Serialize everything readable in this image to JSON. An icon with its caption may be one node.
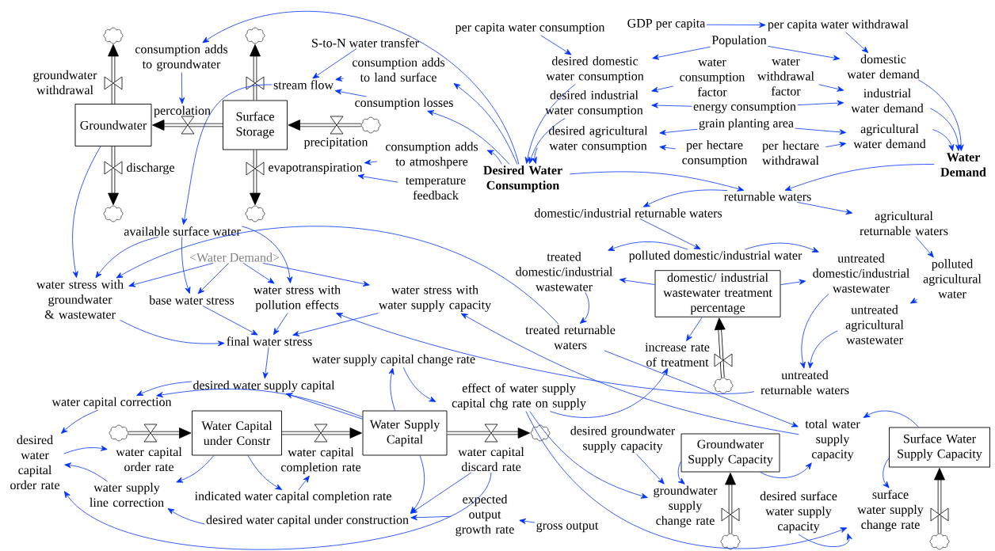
{
  "diagram": {
    "nodes": [
      {
        "text": [
          "Groundwater"
        ]
      },
      {
        "text": [
          "Surface Storage"
        ]
      },
      {
        "text": [],
        "shape": "cloud"
      },
      {
        "text": [],
        "shape": "cloud"
      },
      {
        "text": [],
        "shape": "cloud"
      },
      {
        "text": [],
        "shape": "cloud"
      },
      {
        "text": [],
        "shape": "cloud"
      },
      {
        "text": [
          "groundwater withdrawal"
        ]
      },
      {
        "text": [
          "discharge"
        ]
      },
      {
        "text": [
          "percolation"
        ]
      },
      {
        "text": [
          "stream flow"
        ]
      },
      {
        "text": [
          "precipitation"
        ]
      },
      {
        "text": [
          "evapotranspiration"
        ]
      },
      {
        "text": [
          "consumption adds to groundwater"
        ]
      },
      {
        "text": [
          "S-to-N water transfer"
        ]
      },
      {
        "text": [
          "consumption adds to land surface"
        ]
      },
      {
        "text": [
          "consumption losses"
        ]
      },
      {
        "text": [
          "consumption adds to atmoshpere"
        ]
      },
      {
        "text": [
          "temperature feedback"
        ]
      },
      {
        "text": [
          "Desired Water Consumption"
        ]
      },
      {
        "text": [
          "per capita water consumption"
        ]
      },
      {
        "text": [
          "desired domestic water consumption"
        ]
      },
      {
        "text": [
          "desired industrial water consumption"
        ]
      },
      {
        "text": [
          "desired agricultural water consumption"
        ]
      },
      {
        "text": [
          "GDP per capita"
        ]
      },
      {
        "text": [
          "per capita water withdrawal"
        ]
      },
      {
        "text": [
          "Population"
        ]
      },
      {
        "text": [
          "water consumption factor"
        ]
      },
      {
        "text": [
          "water withdrawal factor"
        ]
      },
      {
        "text": [
          "energy consumption"
        ]
      },
      {
        "text": [
          "grain planting area"
        ]
      },
      {
        "text": [
          "per hectare consumption"
        ]
      },
      {
        "text": [
          "per hectare withdrawal"
        ]
      },
      {
        "text": [
          "domestic water demand"
        ]
      },
      {
        "text": [
          "industrial water demand"
        ]
      },
      {
        "text": [
          "agricultural water demand"
        ]
      },
      {
        "text": [
          "Water Demand"
        ]
      },
      {
        "text": [
          "returnable waters"
        ]
      },
      {
        "text": [
          "domestic/industrial returnable waters"
        ]
      },
      {
        "text": [
          "agricultural returnable waters"
        ]
      },
      {
        "text": [
          "treated domestic/industrial wastewater"
        ]
      },
      {
        "text": [
          "polluted domestic/industrial water"
        ]
      },
      {
        "text": [
          "untreated domestic/industrial wastewater"
        ]
      },
      {
        "text": [
          "polluted agricultural water"
        ]
      },
      {
        "text": [
          "domestic/ industrial wastewater treatment percentage"
        ]
      },
      {
        "text": [
          "untreated agricultural wastewater"
        ]
      },
      {
        "text": [
          "treated returnable waters"
        ]
      },
      {
        "text": [
          "increase rate of treatment"
        ]
      },
      {
        "text": [],
        "shape": "cloud"
      },
      {
        "text": [
          "untreated returnable waters"
        ]
      },
      {
        "text": [
          "available surface water"
        ]
      },
      {
        "text": [
          "<Water Demand>"
        ]
      },
      {
        "text": [
          "water stress with groundwater & wastewater"
        ]
      },
      {
        "text": [
          "base water stress"
        ]
      },
      {
        "text": [
          "water stress with pollution effects"
        ]
      },
      {
        "text": [
          "water stress with water supply capacity"
        ]
      },
      {
        "text": [
          "final water stress"
        ]
      },
      {
        "text": [
          "water supply capital change rate"
        ]
      },
      {
        "text": [
          "desired water supply capital"
        ]
      },
      {
        "text": [
          "effect of water supply capital chg rate on supply"
        ]
      },
      {
        "text": [
          "water capital correction"
        ]
      },
      {
        "text": [],
        "shape": "cloud"
      },
      {
        "text": [
          "Water Capital under Constr"
        ]
      },
      {
        "text": [
          "Water Supply Capital"
        ]
      },
      {
        "text": [],
        "shape": "cloud"
      },
      {
        "text": [
          "desired water capital order rate"
        ]
      },
      {
        "text": [
          "water capital order rate"
        ]
      },
      {
        "text": [
          "water capital completion rate"
        ]
      },
      {
        "text": [
          "water capital discard rate"
        ]
      },
      {
        "text": [
          "water supply line correction"
        ]
      },
      {
        "text": [
          "indicated water capital completion rate"
        ]
      },
      {
        "text": [
          "desired water capital under construction"
        ]
      },
      {
        "text": [
          "expected output growth rate"
        ]
      },
      {
        "text": [
          "gross output"
        ]
      },
      {
        "text": [
          "desired groundwater supply capacity"
        ]
      },
      {
        "text": [
          "groundwater supply change rate"
        ]
      },
      {
        "text": [
          "Groundwater Supply Capacity"
        ]
      },
      {
        "text": [],
        "shape": "cloud"
      },
      {
        "text": [
          "total water supply capacity"
        ]
      },
      {
        "text": [
          "desired surface water supply capacity"
        ]
      },
      {
        "text": [
          "Surface Water Supply Capacity"
        ]
      },
      {
        "text": [
          "surface water supply change rate"
        ]
      },
      {
        "text": [],
        "shape": "cloud"
      }
    ],
    "edges": [
      {
        "from": 0,
        "to": 2,
        "arrow": "to",
        "style": "thick",
        "color": "#000000"
      },
      {
        "from": 0,
        "to": 3,
        "arrow": "to",
        "style": "thick",
        "color": "#000000"
      },
      {
        "from": 1,
        "to": 4,
        "arrow": "to",
        "style": "thick",
        "color": "#000000"
      },
      {
        "from": 1,
        "to": 5,
        "arrow": "to",
        "style": "thick",
        "color": "#000000"
      },
      {
        "from": 1,
        "to": 0,
        "arrow": "to",
        "style": "thick",
        "color": "#000000"
      },
      {
        "from": 6,
        "to": 1,
        "arrow": "to",
        "style": "thick",
        "color": "#000000"
      },
      {
        "from": 48,
        "to": 44,
        "arrow": "to",
        "style": "thick",
        "color": "#000000"
      },
      {
        "from": 61,
        "to": 62,
        "arrow": "to",
        "style": "thick",
        "color": "#000000"
      },
      {
        "from": 62,
        "to": 63,
        "arrow": "to",
        "style": "thick",
        "color": "#000000"
      },
      {
        "from": 63,
        "to": 64,
        "arrow": "to",
        "style": "thick",
        "color": "#000000"
      },
      {
        "from": 77,
        "to": 76,
        "arrow": "to",
        "style": "thick",
        "color": "#000000"
      },
      {
        "from": 82,
        "to": 80,
        "arrow": "to",
        "style": "thick",
        "color": "#000000"
      },
      {
        "from": 13,
        "to": 9,
        "arrow": "to"
      },
      {
        "from": 14,
        "to": 10,
        "arrow": "to"
      },
      {
        "from": 15,
        "to": 10,
        "arrow": "to"
      },
      {
        "from": 16,
        "to": 10,
        "arrow": "to"
      },
      {
        "from": 10,
        "to": 50,
        "arrow": "to"
      },
      {
        "from": 17,
        "to": 12,
        "arrow": "to"
      },
      {
        "from": 18,
        "to": 12,
        "arrow": "to"
      },
      {
        "from": 19,
        "to": 13,
        "arrow": "to"
      },
      {
        "from": 19,
        "to": 15,
        "arrow": "to"
      },
      {
        "from": 19,
        "to": 16,
        "arrow": "to"
      },
      {
        "from": 19,
        "to": 17,
        "arrow": "to"
      },
      {
        "from": 21,
        "to": 19,
        "arrow": "to"
      },
      {
        "from": 22,
        "to": 19,
        "arrow": "to"
      },
      {
        "from": 23,
        "to": 19,
        "arrow": "to"
      },
      {
        "from": 19,
        "to": 37,
        "arrow": "to"
      },
      {
        "from": 20,
        "to": 21,
        "arrow": "to"
      },
      {
        "from": 24,
        "to": 25,
        "arrow": "to"
      },
      {
        "from": 25,
        "to": 33,
        "arrow": "to"
      },
      {
        "from": 26,
        "to": 21,
        "arrow": "to"
      },
      {
        "from": 26,
        "to": 33,
        "arrow": "to"
      },
      {
        "from": 27,
        "to": 22,
        "arrow": "to"
      },
      {
        "from": 28,
        "to": 34,
        "arrow": "to"
      },
      {
        "from": 29,
        "to": 22,
        "arrow": "to"
      },
      {
        "from": 29,
        "to": 34,
        "arrow": "to"
      },
      {
        "from": 30,
        "to": 23,
        "arrow": "to"
      },
      {
        "from": 30,
        "to": 35,
        "arrow": "to"
      },
      {
        "from": 31,
        "to": 23,
        "arrow": "to"
      },
      {
        "from": 32,
        "to": 35,
        "arrow": "to"
      },
      {
        "from": 33,
        "to": 36,
        "arrow": "to"
      },
      {
        "from": 34,
        "to": 36,
        "arrow": "to"
      },
      {
        "from": 35,
        "to": 36,
        "arrow": "to"
      },
      {
        "from": 36,
        "to": 37,
        "arrow": "to"
      },
      {
        "from": 37,
        "to": 38,
        "arrow": "to"
      },
      {
        "from": 37,
        "to": 39,
        "arrow": "to"
      },
      {
        "from": 38,
        "to": 41,
        "arrow": "to"
      },
      {
        "from": 41,
        "to": 40,
        "arrow": "to"
      },
      {
        "from": 41,
        "to": 42,
        "arrow": "to"
      },
      {
        "from": 39,
        "to": 43,
        "arrow": "to"
      },
      {
        "from": 43,
        "to": 45,
        "arrow": "to"
      },
      {
        "from": 44,
        "to": 40,
        "arrow": "to"
      },
      {
        "from": 44,
        "to": 42,
        "arrow": "to"
      },
      {
        "from": 44,
        "to": 47,
        "arrow": "to"
      },
      {
        "from": 40,
        "to": 46,
        "arrow": "to"
      },
      {
        "from": 42,
        "to": 49,
        "arrow": "to"
      },
      {
        "from": 45,
        "to": 49,
        "arrow": "to"
      },
      {
        "from": 46,
        "to": 52,
        "arrow": "to"
      },
      {
        "from": 46,
        "to": 78,
        "arrow": "to"
      },
      {
        "from": 49,
        "to": 54,
        "arrow": "to"
      },
      {
        "from": 78,
        "to": 55,
        "arrow": "to"
      },
      {
        "from": 59,
        "to": 47,
        "arrow": "to"
      },
      {
        "from": 0,
        "to": 52,
        "arrow": "to"
      },
      {
        "from": 50,
        "to": 52,
        "arrow": "to"
      },
      {
        "from": 50,
        "to": 53,
        "arrow": "to"
      },
      {
        "from": 50,
        "to": 54,
        "arrow": "to"
      },
      {
        "from": 51,
        "to": 52,
        "arrow": "to"
      },
      {
        "from": 51,
        "to": 53,
        "arrow": "to"
      },
      {
        "from": 51,
        "to": 54,
        "arrow": "to"
      },
      {
        "from": 51,
        "to": 55,
        "arrow": "to"
      },
      {
        "from": 52,
        "to": 56,
        "arrow": "to"
      },
      {
        "from": 53,
        "to": 56,
        "arrow": "to"
      },
      {
        "from": 54,
        "to": 56,
        "arrow": "to"
      },
      {
        "from": 55,
        "to": 56,
        "arrow": "to"
      },
      {
        "from": 56,
        "to": 58,
        "arrow": "to"
      },
      {
        "from": 58,
        "to": 60,
        "arrow": "to"
      },
      {
        "from": 60,
        "to": 65,
        "arrow": "to"
      },
      {
        "from": 63,
        "to": 60,
        "arrow": "to"
      },
      {
        "from": 63,
        "to": 58,
        "arrow": "to"
      },
      {
        "from": 63,
        "to": 57,
        "arrow": "to"
      },
      {
        "from": 57,
        "to": 59,
        "arrow": "to"
      },
      {
        "from": 65,
        "to": 66,
        "arrow": "to"
      },
      {
        "from": 69,
        "to": 65,
        "arrow": "to"
      },
      {
        "from": 68,
        "to": 65,
        "arrow": "to"
      },
      {
        "from": 71,
        "to": 69,
        "arrow": "to"
      },
      {
        "from": 62,
        "to": 69,
        "arrow": "to"
      },
      {
        "from": 62,
        "to": 70,
        "arrow": "to"
      },
      {
        "from": 70,
        "to": 67,
        "arrow": "to"
      },
      {
        "from": 63,
        "to": 71,
        "arrow": "to"
      },
      {
        "from": 68,
        "to": 71,
        "arrow": "to"
      },
      {
        "from": 72,
        "to": 71,
        "arrow": "to"
      },
      {
        "from": 73,
        "to": 72,
        "arrow": "to"
      },
      {
        "from": 59,
        "to": 75,
        "arrow": "to"
      },
      {
        "from": 59,
        "to": 81,
        "arrow": "to"
      },
      {
        "from": 74,
        "to": 75,
        "arrow": "to"
      },
      {
        "from": 76,
        "to": 75,
        "arrow": "to"
      },
      {
        "from": 76,
        "to": 78,
        "arrow": "to"
      },
      {
        "from": 80,
        "to": 78,
        "arrow": "to"
      },
      {
        "from": 80,
        "to": 81,
        "arrow": "to"
      },
      {
        "from": 79,
        "to": 81,
        "arrow": "to"
      }
    ]
  }
}
